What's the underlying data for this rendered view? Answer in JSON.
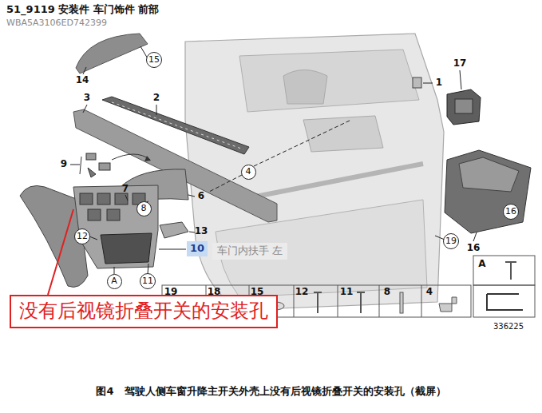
{
  "diagram": {
    "title": "51_9119 安装件 车门饰件 前部",
    "caption": "图4　驾驶人侧车窗升降主开关外壳上没有后视镜折叠开关的安装孔（截屏）",
    "nodes": [
      {
        "text": [
          "15"
        ]
      },
      {
        "text": [
          "4"
        ]
      },
      {
        "text": [
          "16"
        ]
      },
      {
        "text": [
          "8"
        ]
      },
      {
        "text": [
          "10"
        ]
      },
      {
        "text": [
          "车门内扶手 左"
        ]
      },
      {
        "text": [
          "12"
        ]
      },
      {
        "text": [
          "19"
        ]
      },
      {
        "text": [
          "A"
        ]
      },
      {
        "text": [
          "11"
        ]
      },
      {
        "text": [
          "没有后视镜折叠开关的安装孔"
        ]
      }
    ],
    "labels": [
      "WBA5A3106ED742399",
      "14",
      "3",
      "2",
      "1",
      "17",
      "9",
      "7",
      "6",
      "13",
      "16",
      "19",
      "18",
      "15",
      "12",
      "11",
      "8",
      "4",
      "A",
      "336225"
    ]
  }
}
